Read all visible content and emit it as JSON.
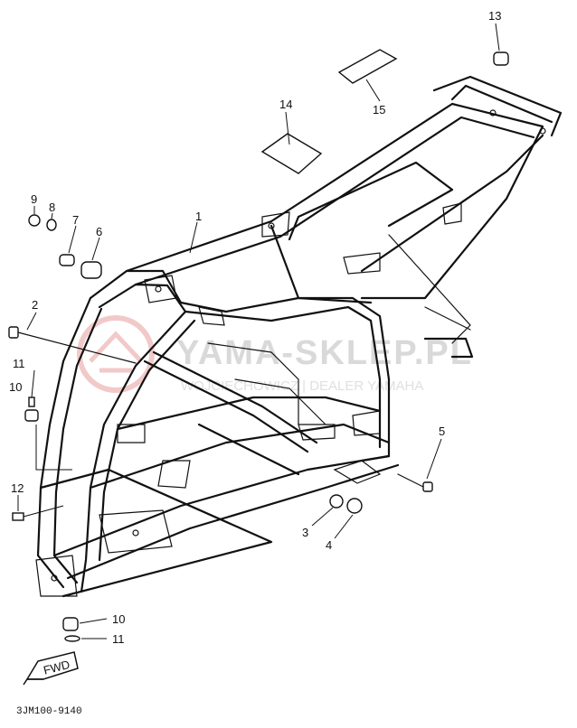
{
  "callouts": [
    {
      "id": "c1",
      "label": "1"
    },
    {
      "id": "c2",
      "label": "2"
    },
    {
      "id": "c3",
      "label": "3"
    },
    {
      "id": "c4",
      "label": "4"
    },
    {
      "id": "c5",
      "label": "5"
    },
    {
      "id": "c6",
      "label": "6"
    },
    {
      "id": "c7",
      "label": "7"
    },
    {
      "id": "c8",
      "label": "8"
    },
    {
      "id": "c9",
      "label": "9"
    },
    {
      "id": "c10a",
      "label": "10"
    },
    {
      "id": "c10b",
      "label": "10"
    },
    {
      "id": "c11a",
      "label": "11"
    },
    {
      "id": "c11b",
      "label": "11"
    },
    {
      "id": "c12",
      "label": "12"
    },
    {
      "id": "c13",
      "label": "13"
    },
    {
      "id": "c14",
      "label": "14"
    },
    {
      "id": "c15",
      "label": "15"
    }
  ],
  "fwd_label": "FWD",
  "diagram_code": "3JM100-9140",
  "watermark": {
    "main": "YAMA-SKLEP.PL",
    "sub": "WOJCIECHOWICZ | DEALER YAMAHA"
  }
}
